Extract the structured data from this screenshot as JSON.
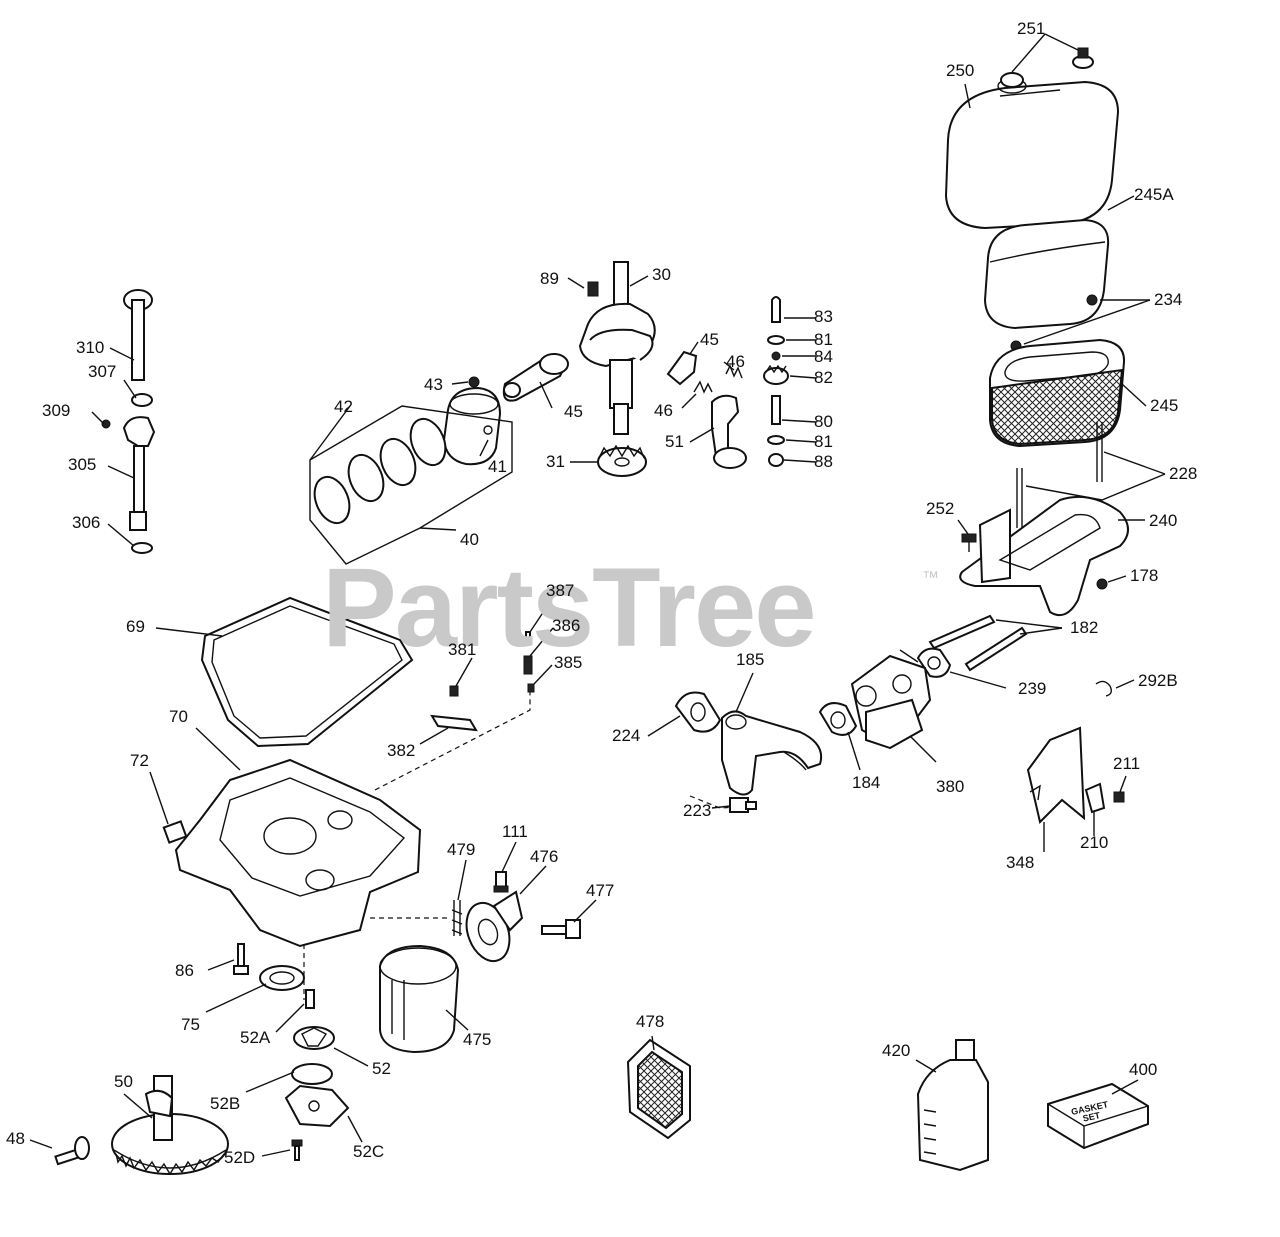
{
  "watermark": {
    "text": "PartsTree",
    "trademark": "™"
  },
  "box_print": {
    "line1": "GASKET",
    "line2": "SET"
  },
  "callouts": [
    {
      "id": "251",
      "label": "251"
    },
    {
      "id": "250",
      "label": "250"
    },
    {
      "id": "245A",
      "label": "245A"
    },
    {
      "id": "234",
      "label": "234"
    },
    {
      "id": "245",
      "label": "245"
    },
    {
      "id": "228",
      "label": "228"
    },
    {
      "id": "240",
      "label": "240"
    },
    {
      "id": "252",
      "label": "252"
    },
    {
      "id": "178",
      "label": "178"
    },
    {
      "id": "182",
      "label": "182"
    },
    {
      "id": "239",
      "label": "239"
    },
    {
      "id": "292B",
      "label": "292B"
    },
    {
      "id": "185",
      "label": "185"
    },
    {
      "id": "224",
      "label": "224"
    },
    {
      "id": "184",
      "label": "184"
    },
    {
      "id": "380",
      "label": "380"
    },
    {
      "id": "223",
      "label": "223"
    },
    {
      "id": "211",
      "label": "211"
    },
    {
      "id": "210",
      "label": "210"
    },
    {
      "id": "348",
      "label": "348"
    },
    {
      "id": "89",
      "label": "89"
    },
    {
      "id": "30",
      "label": "30"
    },
    {
      "id": "45a",
      "label": "45"
    },
    {
      "id": "45b",
      "label": "45"
    },
    {
      "id": "46a",
      "label": "46"
    },
    {
      "id": "46b",
      "label": "46"
    },
    {
      "id": "51",
      "label": "51"
    },
    {
      "id": "31",
      "label": "31"
    },
    {
      "id": "83",
      "label": "83"
    },
    {
      "id": "81a",
      "label": "81"
    },
    {
      "id": "84",
      "label": "84"
    },
    {
      "id": "82",
      "label": "82"
    },
    {
      "id": "80",
      "label": "80"
    },
    {
      "id": "81b",
      "label": "81"
    },
    {
      "id": "88",
      "label": "88"
    },
    {
      "id": "43",
      "label": "43"
    },
    {
      "id": "42",
      "label": "42"
    },
    {
      "id": "41",
      "label": "41"
    },
    {
      "id": "40",
      "label": "40"
    },
    {
      "id": "310",
      "label": "310"
    },
    {
      "id": "307",
      "label": "307"
    },
    {
      "id": "309",
      "label": "309"
    },
    {
      "id": "305",
      "label": "305"
    },
    {
      "id": "306",
      "label": "306"
    },
    {
      "id": "69",
      "label": "69"
    },
    {
      "id": "387",
      "label": "387"
    },
    {
      "id": "386",
      "label": "386"
    },
    {
      "id": "381",
      "label": "381"
    },
    {
      "id": "385",
      "label": "385"
    },
    {
      "id": "382",
      "label": "382"
    },
    {
      "id": "70",
      "label": "70"
    },
    {
      "id": "72",
      "label": "72"
    },
    {
      "id": "479",
      "label": "479"
    },
    {
      "id": "111",
      "label": "111"
    },
    {
      "id": "476",
      "label": "476"
    },
    {
      "id": "477",
      "label": "477"
    },
    {
      "id": "86",
      "label": "86"
    },
    {
      "id": "75",
      "label": "75"
    },
    {
      "id": "52A",
      "label": "52A"
    },
    {
      "id": "475",
      "label": "475"
    },
    {
      "id": "52",
      "label": "52"
    },
    {
      "id": "52B",
      "label": "52B"
    },
    {
      "id": "50",
      "label": "50"
    },
    {
      "id": "48",
      "label": "48"
    },
    {
      "id": "52D",
      "label": "52D"
    },
    {
      "id": "52C",
      "label": "52C"
    },
    {
      "id": "478",
      "label": "478"
    },
    {
      "id": "420",
      "label": "420"
    },
    {
      "id": "400",
      "label": "400"
    }
  ]
}
